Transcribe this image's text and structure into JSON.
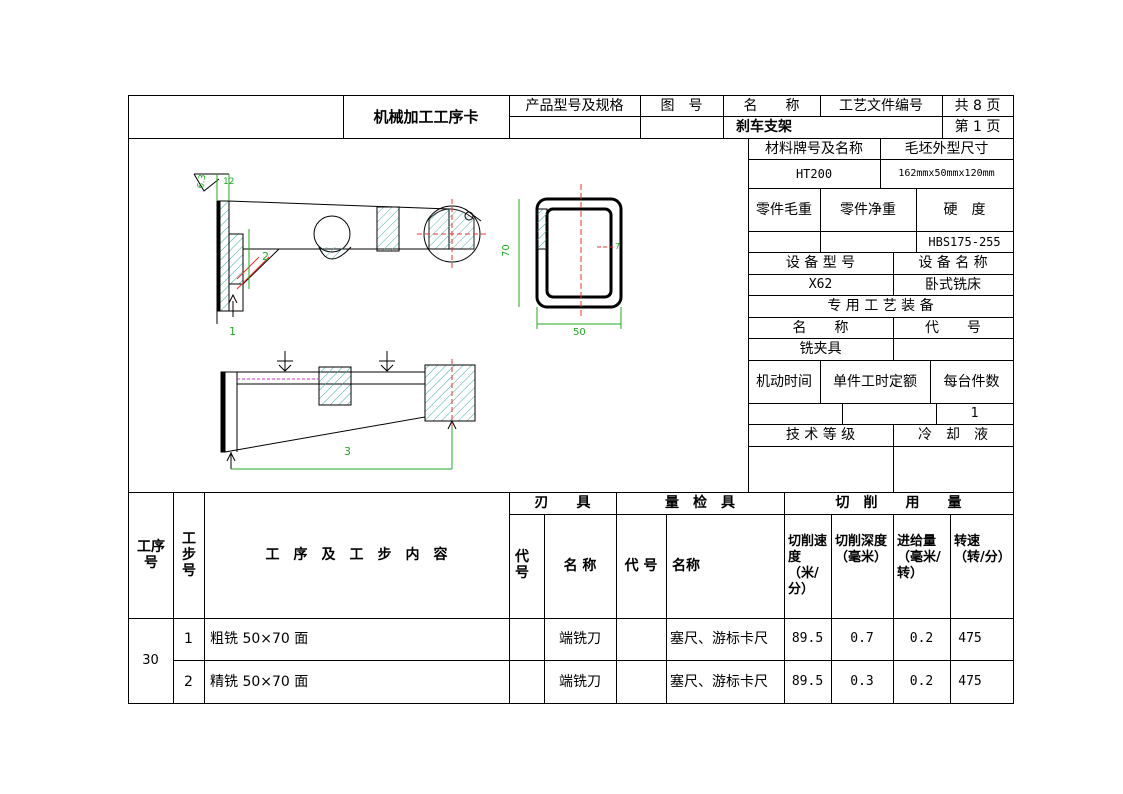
{
  "header": {
    "card_title": "机械加工工序卡",
    "product_model_label": "产品型号及规格",
    "drawing_no_label": "图　号",
    "name_label": "名　　称",
    "process_doc_no_label": "工艺文件编号",
    "total_pages": "共 8 页",
    "part_name": "刹车支架",
    "page_no": "第 1 页"
  },
  "info": {
    "material_label": "材料牌号及名称",
    "blank_size_label": "毛坯外型尺寸",
    "material_value": "HT200",
    "blank_size_value": "162mmx50mmx120mm",
    "blank_weight_label": "零件毛重",
    "net_weight_label": "零件净重",
    "hardness_label": "硬　度",
    "hardness_value": "HBS175-255",
    "equipment_model_label": "设 备 型 号",
    "equipment_name_label": "设 备 名 称",
    "equipment_model_value": "X62",
    "equipment_name_value": "卧式铣床",
    "fixture_header": "专 用 工 艺 装 备",
    "fixture_name_label": "名　　称",
    "fixture_code_label": "代　　号",
    "fixture_name_value": "铣夹具",
    "machine_time_label": "机动时间",
    "unit_time_label": "单件工时定额",
    "per_machine_label": "每台件数",
    "per_machine_value": "1",
    "tech_grade_label": "技 术 等 级",
    "coolant_label": "冷　却　液"
  },
  "drawing": {
    "dim_12": "12",
    "dim_63": "6.3",
    "ref_1": "1",
    "ref_2": "2",
    "ref_3": "3",
    "dim_70": "70",
    "dim_50": "50",
    "dim_7": "7"
  },
  "table": {
    "op_no_label": "工序号",
    "step_no_label": "工步号",
    "content_label": "工　序　及　工　步　内　容",
    "tool_group": "刃　　具",
    "gauge_group": "量　检　具",
    "cutting_group": "切　削　　用　　量",
    "tool_code_label": "代号",
    "tool_name_label": "名 称",
    "gauge_code_label": "代 号",
    "gauge_name_label": "名称",
    "speed_label": "切削速度（米/分）",
    "depth_label": "切削深度（毫米）",
    "feed_label": "进给量（毫米/转）",
    "rpm_label": "转速（转/分）",
    "op_no": "30",
    "rows": [
      {
        "step": "1",
        "content": "粗铣 50×70 面",
        "tool": "端铣刀",
        "gauge": "塞尺、游标卡尺",
        "speed": "89.5",
        "depth": "0.7",
        "feed": "0.2",
        "rpm": "475"
      },
      {
        "step": "2",
        "content": "精铣 50×70 面",
        "tool": "端铣刀",
        "gauge": "塞尺、游标卡尺",
        "speed": "89.5",
        "depth": "0.3",
        "feed": "0.2",
        "rpm": "475"
      }
    ]
  }
}
